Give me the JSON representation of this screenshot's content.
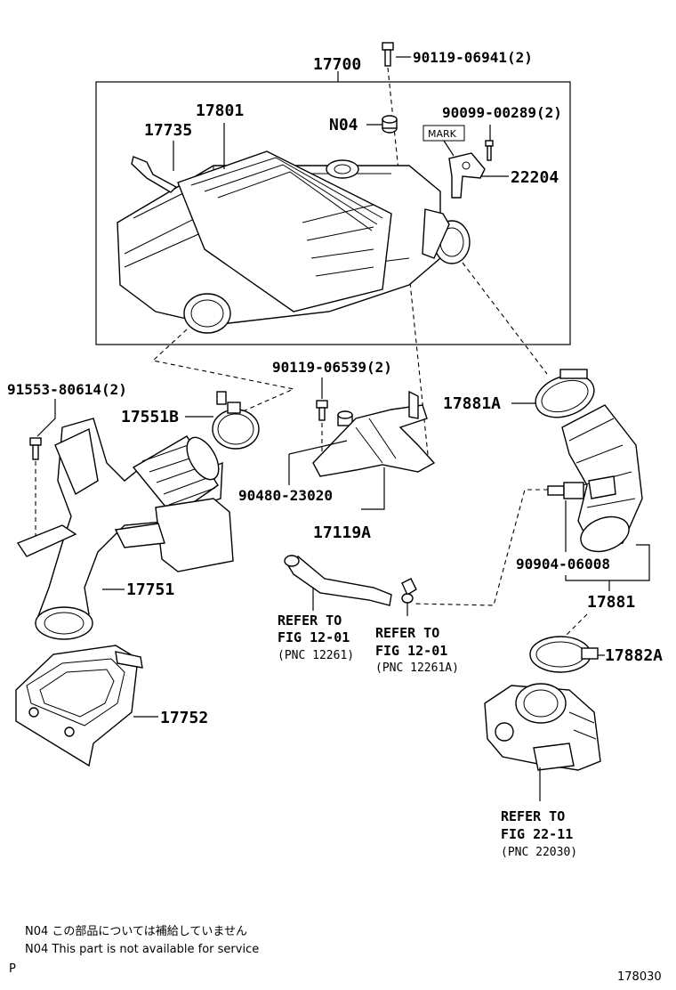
{
  "labels": {
    "p17700": "17700",
    "p90119_06941": "90119-06941(2)",
    "p17801": "17801",
    "p17735": "17735",
    "n04": "N04",
    "p90099": "90099-00289(2)",
    "mark": "MARK",
    "p22204": "22204",
    "p91553": "91553-80614(2)",
    "p90119_06539": "90119-06539(2)",
    "p17551b": "17551B",
    "p17881a": "17881A",
    "p90480": "90480-23020",
    "p17119a": "17119A",
    "p17751": "17751",
    "p90904": "90904-06008",
    "p17881": "17881",
    "p17882a": "17882A",
    "p17752": "17752"
  },
  "refs": [
    {
      "line1": "REFER TO",
      "line2": "FIG 12-01",
      "line3": "(PNC 12261)"
    },
    {
      "line1": "REFER TO",
      "line2": "FIG 12-01",
      "line3": "(PNC 12261A)"
    },
    {
      "line1": "REFER TO",
      "line2": "FIG 22-11",
      "line3": "(PNC 22030)"
    }
  ],
  "notes": {
    "jp": "N04  この部品については補給していません",
    "en": "N04  This part is not available for service",
    "page_marker": "P",
    "figure_id": "178030"
  }
}
